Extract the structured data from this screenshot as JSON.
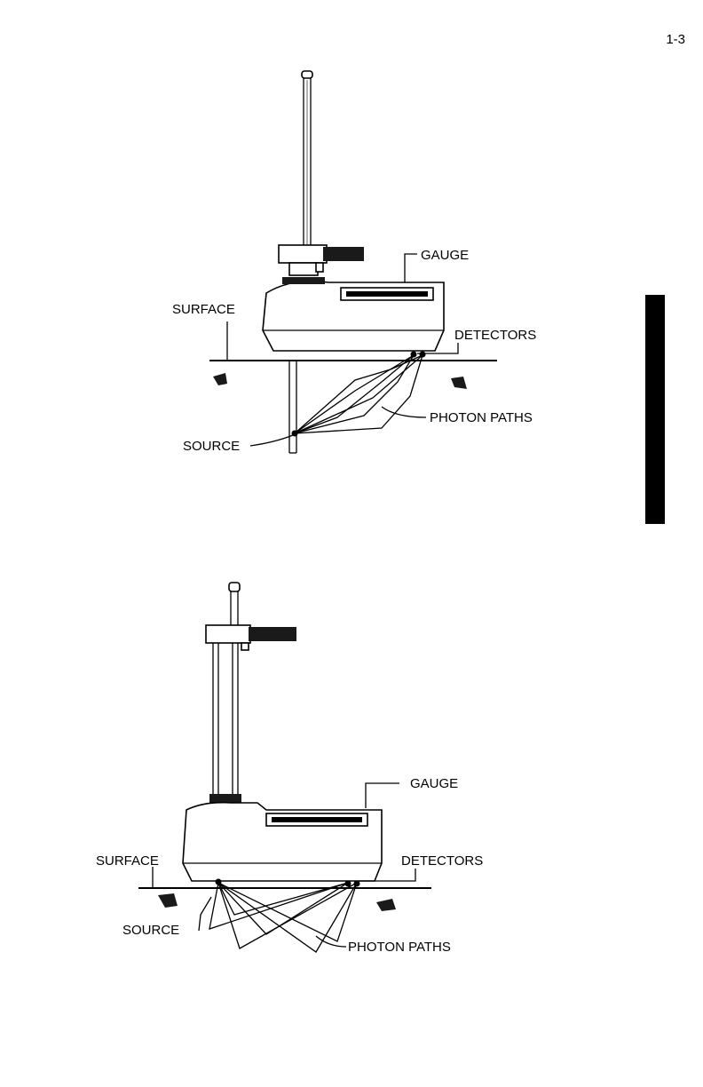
{
  "page_number": "1-3",
  "figure_top": {
    "labels": {
      "gauge": "GAUGE",
      "surface": "SURFACE",
      "detectors": "DETECTORS",
      "photon_paths": "PHOTON PATHS",
      "source": "SOURCE"
    }
  },
  "figure_bottom": {
    "labels": {
      "gauge": "GAUGE",
      "surface": "SURFACE",
      "detectors": "DETECTORS",
      "photon_paths": "PHOTON PATHS",
      "source": "SOURCE"
    }
  }
}
